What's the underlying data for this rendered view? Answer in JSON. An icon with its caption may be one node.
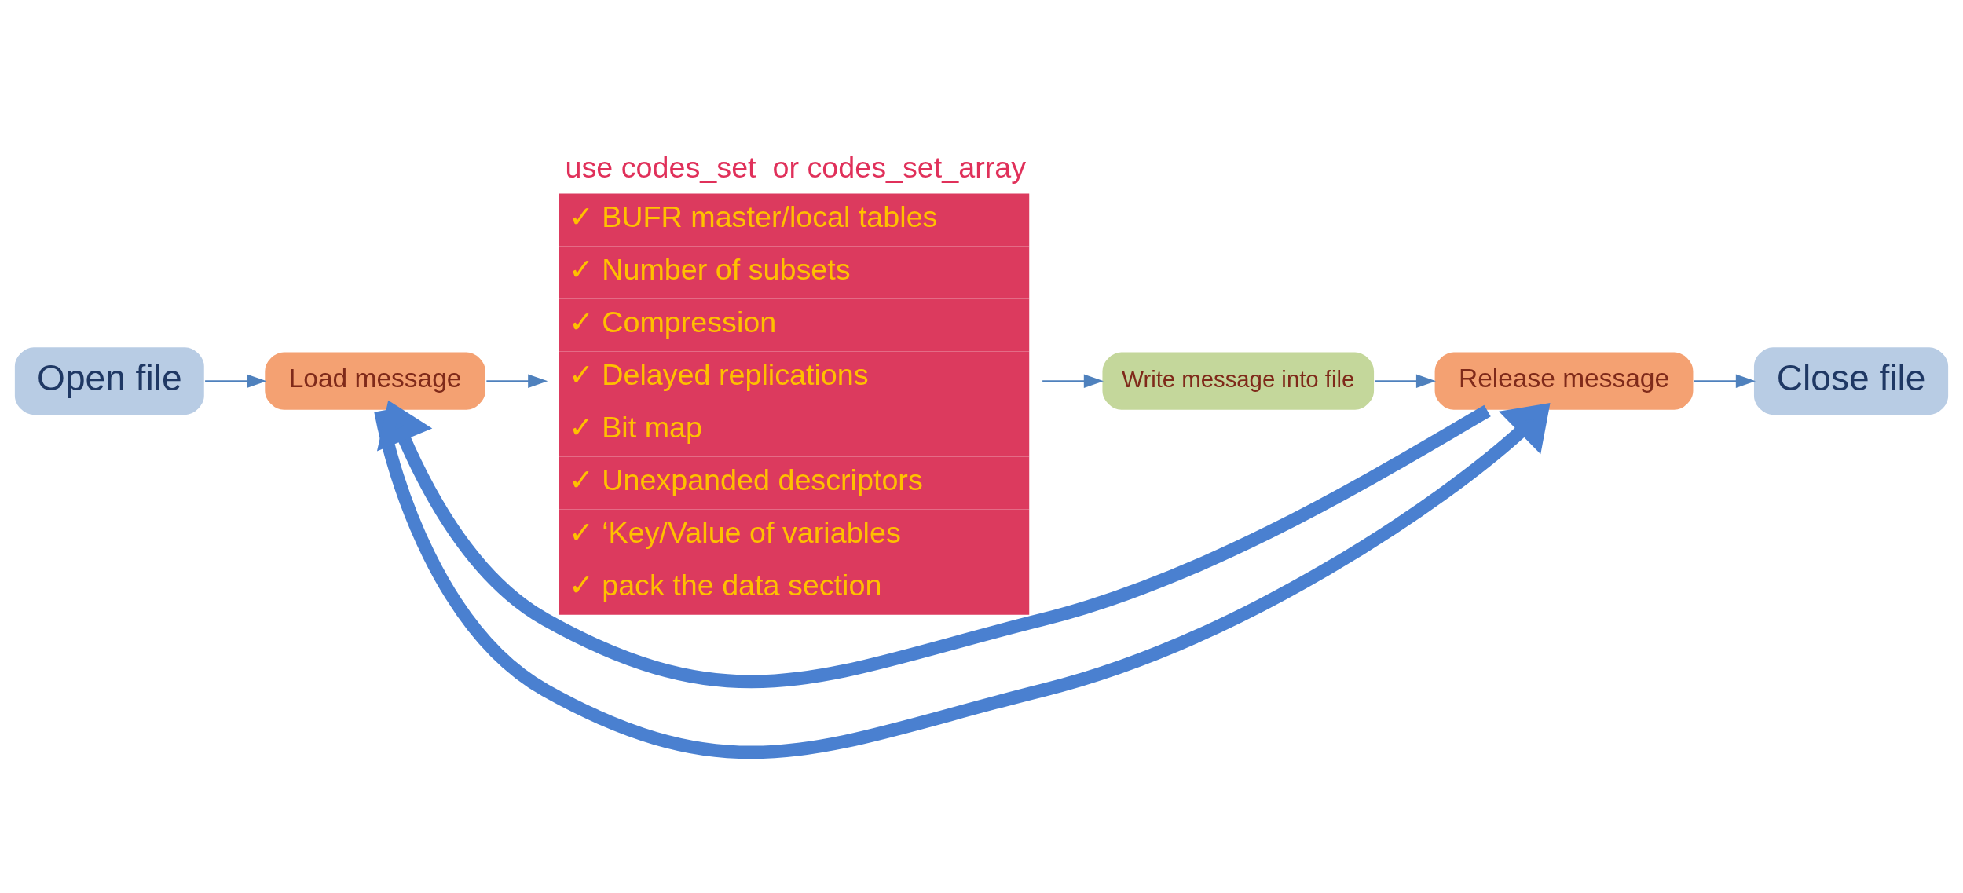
{
  "diagram": {
    "nodes": [
      {
        "text": [
          "Open file"
        ]
      },
      {
        "text": [
          "Load message"
        ]
      },
      {
        "text": [
          "use codes_set  or codes_set_array",
          "✓ BUFR master/local tables",
          "✓ Number of subsets",
          "✓ Compression",
          "✓ Delayed replications",
          "✓ Bit map",
          "✓ Unexpanded descriptors",
          "✓ ‘Key/Value of variables",
          "✓ pack the data section"
        ]
      },
      {
        "text": [
          "Write message into file"
        ]
      },
      {
        "text": [
          "Release message"
        ]
      },
      {
        "text": [
          "Close file"
        ]
      }
    ],
    "edges": [
      {
        "from": 0,
        "to": 1,
        "arrow": "to"
      },
      {
        "from": 1,
        "to": 2,
        "arrow": "to"
      },
      {
        "from": 2,
        "to": 3,
        "arrow": "to"
      },
      {
        "from": 3,
        "to": 4,
        "arrow": "to"
      },
      {
        "from": 4,
        "to": 5,
        "arrow": "to"
      },
      {
        "from": 1,
        "to": 4,
        "arrow": "to",
        "style": "thick",
        "color": "#4a80d0"
      },
      {
        "from": 4,
        "to": 1,
        "arrow": "to",
        "style": "thick",
        "color": "#4a80d0"
      }
    ]
  }
}
